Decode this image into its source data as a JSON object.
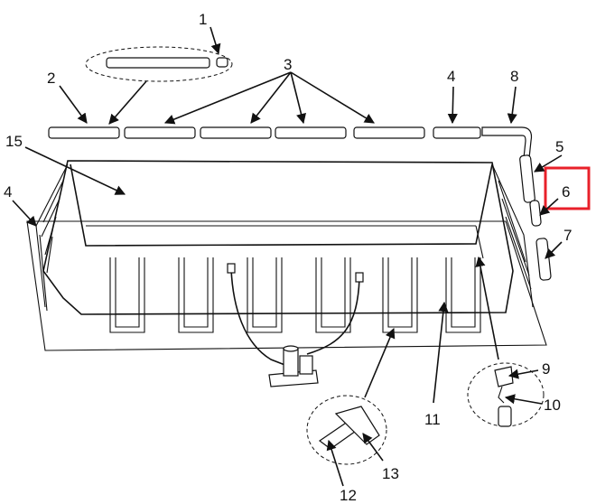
{
  "labels": {
    "p1": "1",
    "p2": "2",
    "p3": "3",
    "p4a": "4",
    "p4b": "4",
    "p5": "5",
    "p6": "6",
    "p7": "7",
    "p8": "8",
    "p9": "9",
    "p10": "10",
    "p11": "11",
    "p12": "12",
    "p13": "13",
    "p15": "15"
  },
  "colors": {
    "ink": "#111111",
    "highlight": "#e8202a",
    "background": "#ffffff"
  }
}
